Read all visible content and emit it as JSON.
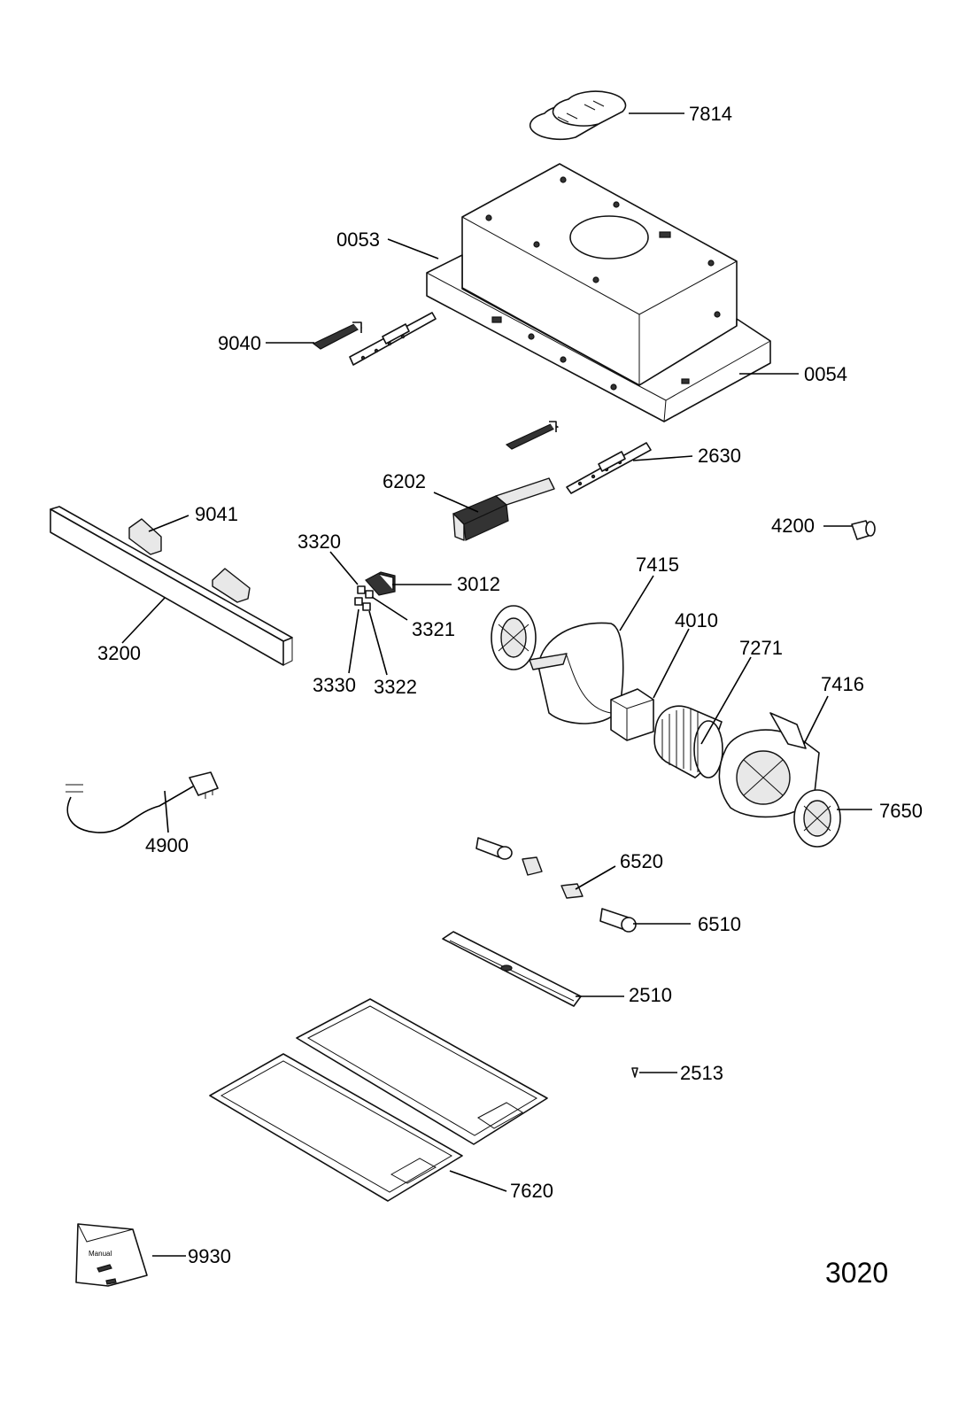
{
  "page_number": "3020",
  "callouts": {
    "p7814": "7814",
    "p0053": "0053",
    "p9040": "9040",
    "p0054": "0054",
    "p2630": "2630",
    "p6202": "6202",
    "p9041": "9041",
    "p4200": "4200",
    "p3320": "3320",
    "p3012": "3012",
    "p7415": "7415",
    "p3321": "3321",
    "p4010": "4010",
    "p3200": "3200",
    "p7271": "7271",
    "p3330": "3330",
    "p3322": "3322",
    "p7416": "7416",
    "p7650": "7650",
    "p4900": "4900",
    "p6520": "6520",
    "p6510": "6510",
    "p2510": "2510",
    "p2513": "2513",
    "p7620": "7620",
    "p9930": "9930"
  },
  "bag_label": "Manual"
}
